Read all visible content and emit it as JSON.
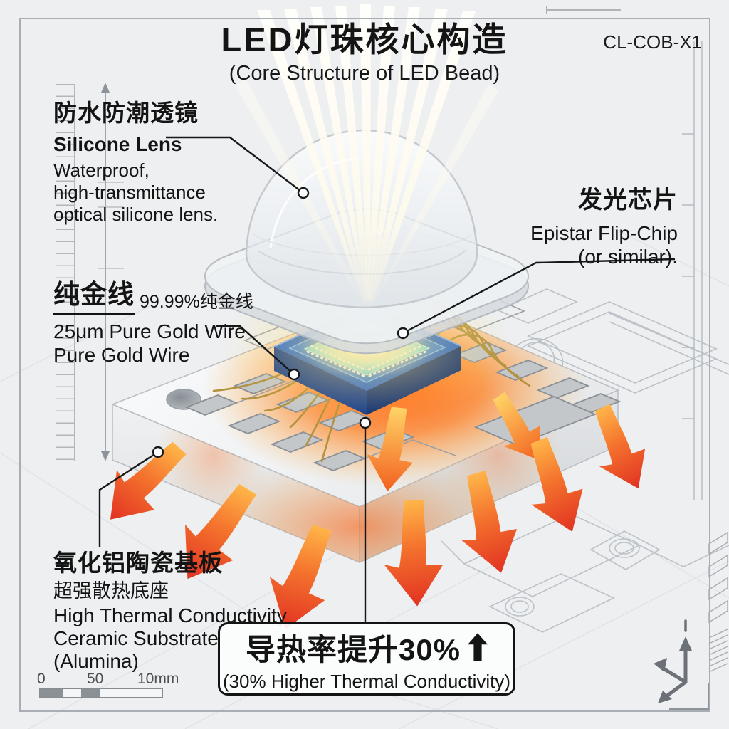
{
  "header": {
    "title_zh": "LED灯珠核心构造",
    "title_en": "(Core Structure of LED Bead)",
    "model": "CL-COB-X1"
  },
  "callouts": {
    "lens": {
      "zh": "防水防潮透镜",
      "en_name": "Silicone Lens",
      "desc1": "Waterproof,",
      "desc2": "high-transmittance",
      "desc3": "optical silicone lens."
    },
    "chip": {
      "zh": "发光芯片",
      "en1": "Epistar Flip-Chip",
      "en2": "(or similar)."
    },
    "gold_wire": {
      "zh": "纯金线",
      "zh_note": "99.99%纯金线",
      "en1": "25μm Pure Gold Wire",
      "en2": "Pure Gold Wire"
    },
    "substrate": {
      "zh": "氧化铝陶瓷基板",
      "zh_sub": "超强散热底座",
      "en1": "High Thermal Conductivity",
      "en2": "Ceramic Substrate",
      "en3": "(Alumina)"
    }
  },
  "benefit_box": {
    "zh": "导热率提升30%",
    "en": "(30% Higher Thermal Conductivity)"
  },
  "scale_bar": {
    "t0": "0",
    "t50": "50",
    "t10mm": "10mm"
  },
  "icons": {
    "up_arrow": "↑",
    "heat_flow": "curved-heat-arrow",
    "axis_gizmo": "three-axis-arrows",
    "leader_dot": "○"
  },
  "colors": {
    "background": "#edeff1",
    "heat_red": "#e23b25",
    "heat_orange": "#ff9c33",
    "chip_blue": "#1e66d0",
    "die_cyan": "#8ff0ff",
    "gold_wire": "#b3913d",
    "glow_center": "#fff3c4",
    "callout_border": "#141414"
  }
}
